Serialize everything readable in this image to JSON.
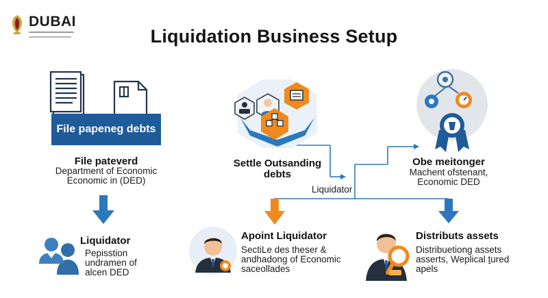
{
  "logo": {
    "wordmark": "DUBAI",
    "emblem_icon": "dubai-falcon-emblem-icon"
  },
  "title": "Liquidation  Business Setup",
  "file_step": {
    "ribbon": "File papeneg debts",
    "heading": "File pateverd",
    "line1": "Department of Economic",
    "line2": "Economic in (DED)",
    "icon": "documents-icon"
  },
  "liquidator_step": {
    "heading": "Liquidator",
    "line1": "Pepisstion",
    "line2": "undramen of",
    "line3": "alcen DED",
    "icon": "liquidator-people-icon"
  },
  "settle_step": {
    "heading1": "Settle Outsanding",
    "heading2": "debts",
    "icon": "hexagon-network-icon"
  },
  "branch_label": "Liquidator",
  "obtain_step": {
    "heading": "Obe meitonger",
    "line1": "Machent ofstenant,",
    "line2": "Economic DED",
    "icon": "award-gears-icon"
  },
  "appoint_step": {
    "heading": "Apoint Liquidator",
    "line1": "SectiLe des theser &",
    "line2": "andhadong of Economic",
    "line3": "saceollades",
    "icon": "businessman-avatar-icon"
  },
  "distribute_step": {
    "heading": "Distributs assets",
    "line1": "Distribuetiong assets",
    "line2": "asserts, Weplical ṯured",
    "line3": "apels",
    "icon": "businessman-magnifier-icon"
  },
  "colors": {
    "blue": "#1f5a99",
    "arrow_blue": "#2b78bd",
    "orange": "#f08a1c",
    "dark": "#24303d"
  }
}
